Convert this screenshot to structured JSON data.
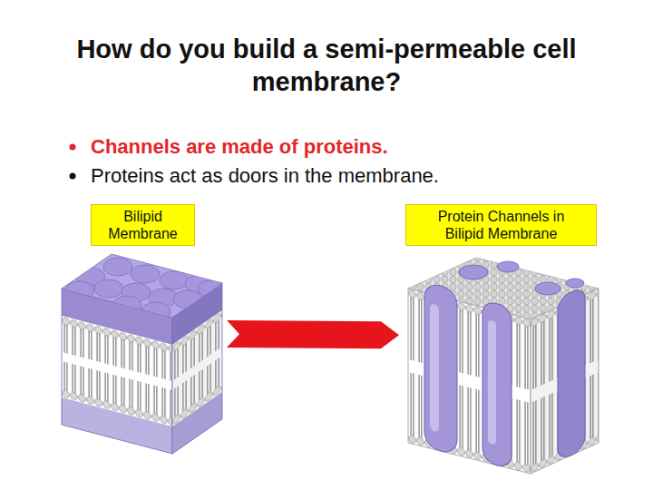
{
  "diagram": {
    "title": "How do you build a semi-permeable cell membrane?",
    "nodes": [
      {
        "text": [
          "Bilipid Membrane"
        ]
      },
      {
        "text": [
          "Protein Channels in Bilipid Membrane"
        ]
      }
    ],
    "edges": [
      {
        "from": 0,
        "to": 1,
        "arrow": "to"
      }
    ],
    "labels": [
      "Channels are made of proteins.",
      "Proteins act as doors in the membrane."
    ]
  }
}
